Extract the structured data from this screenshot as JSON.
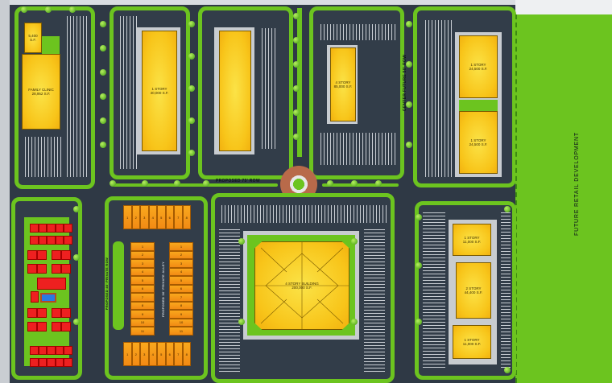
{
  "site_plan": {
    "buildings": {
      "small_retail": {
        "size": "5,400 S.F."
      },
      "clinic": {
        "name": "FAMILY CLINIC",
        "size": "28,952 S.F."
      },
      "retail_west": {
        "stories": "1 STORY",
        "size": "40,000 S.F."
      },
      "office_north": {
        "stories": "4 STORY",
        "size": "85,000 S.F."
      },
      "retail_ne_top": {
        "stories": "1 STORY",
        "size": "24,500 S.F."
      },
      "retail_ne_bottom": {
        "stories": "1 STORY",
        "size": "24,500 S.F."
      },
      "main_building": {
        "stories": "4 STORY BUILDING",
        "size": "200,000 S.F."
      },
      "retail_se_top": {
        "stories": "1 STORY",
        "size": "11,000 S.F."
      },
      "retail_se_mid": {
        "stories": "2 STORY",
        "size": "44,400 S.F."
      },
      "retail_se_bottom": {
        "stories": "1 STORY",
        "size": "11,000 S.F."
      }
    },
    "roads": {
      "east_west": "PROPOSED 75' ROW",
      "north_south": "CENTER FUTURE 50' ROW",
      "private_row": "PROPOSED 40' PRIVATE ROW",
      "private_alley": "PROPOSED 30' PRIVATE ALLEY"
    },
    "future_area": "FUTURE RETAIL DEVELOPMENT",
    "townhouses": {
      "row_units": [
        "1",
        "2",
        "3",
        "4",
        "5",
        "6",
        "7",
        "8"
      ],
      "column_units": [
        "1",
        "2",
        "3",
        "4",
        "5",
        "6",
        "7",
        "8",
        "9",
        "10",
        "11"
      ]
    },
    "colors": {
      "road": "#2f3945",
      "lawn": "#6cc41f",
      "building": "#f8c51a",
      "townhouse": "#f28a14",
      "residential": "#ee2020"
    }
  }
}
